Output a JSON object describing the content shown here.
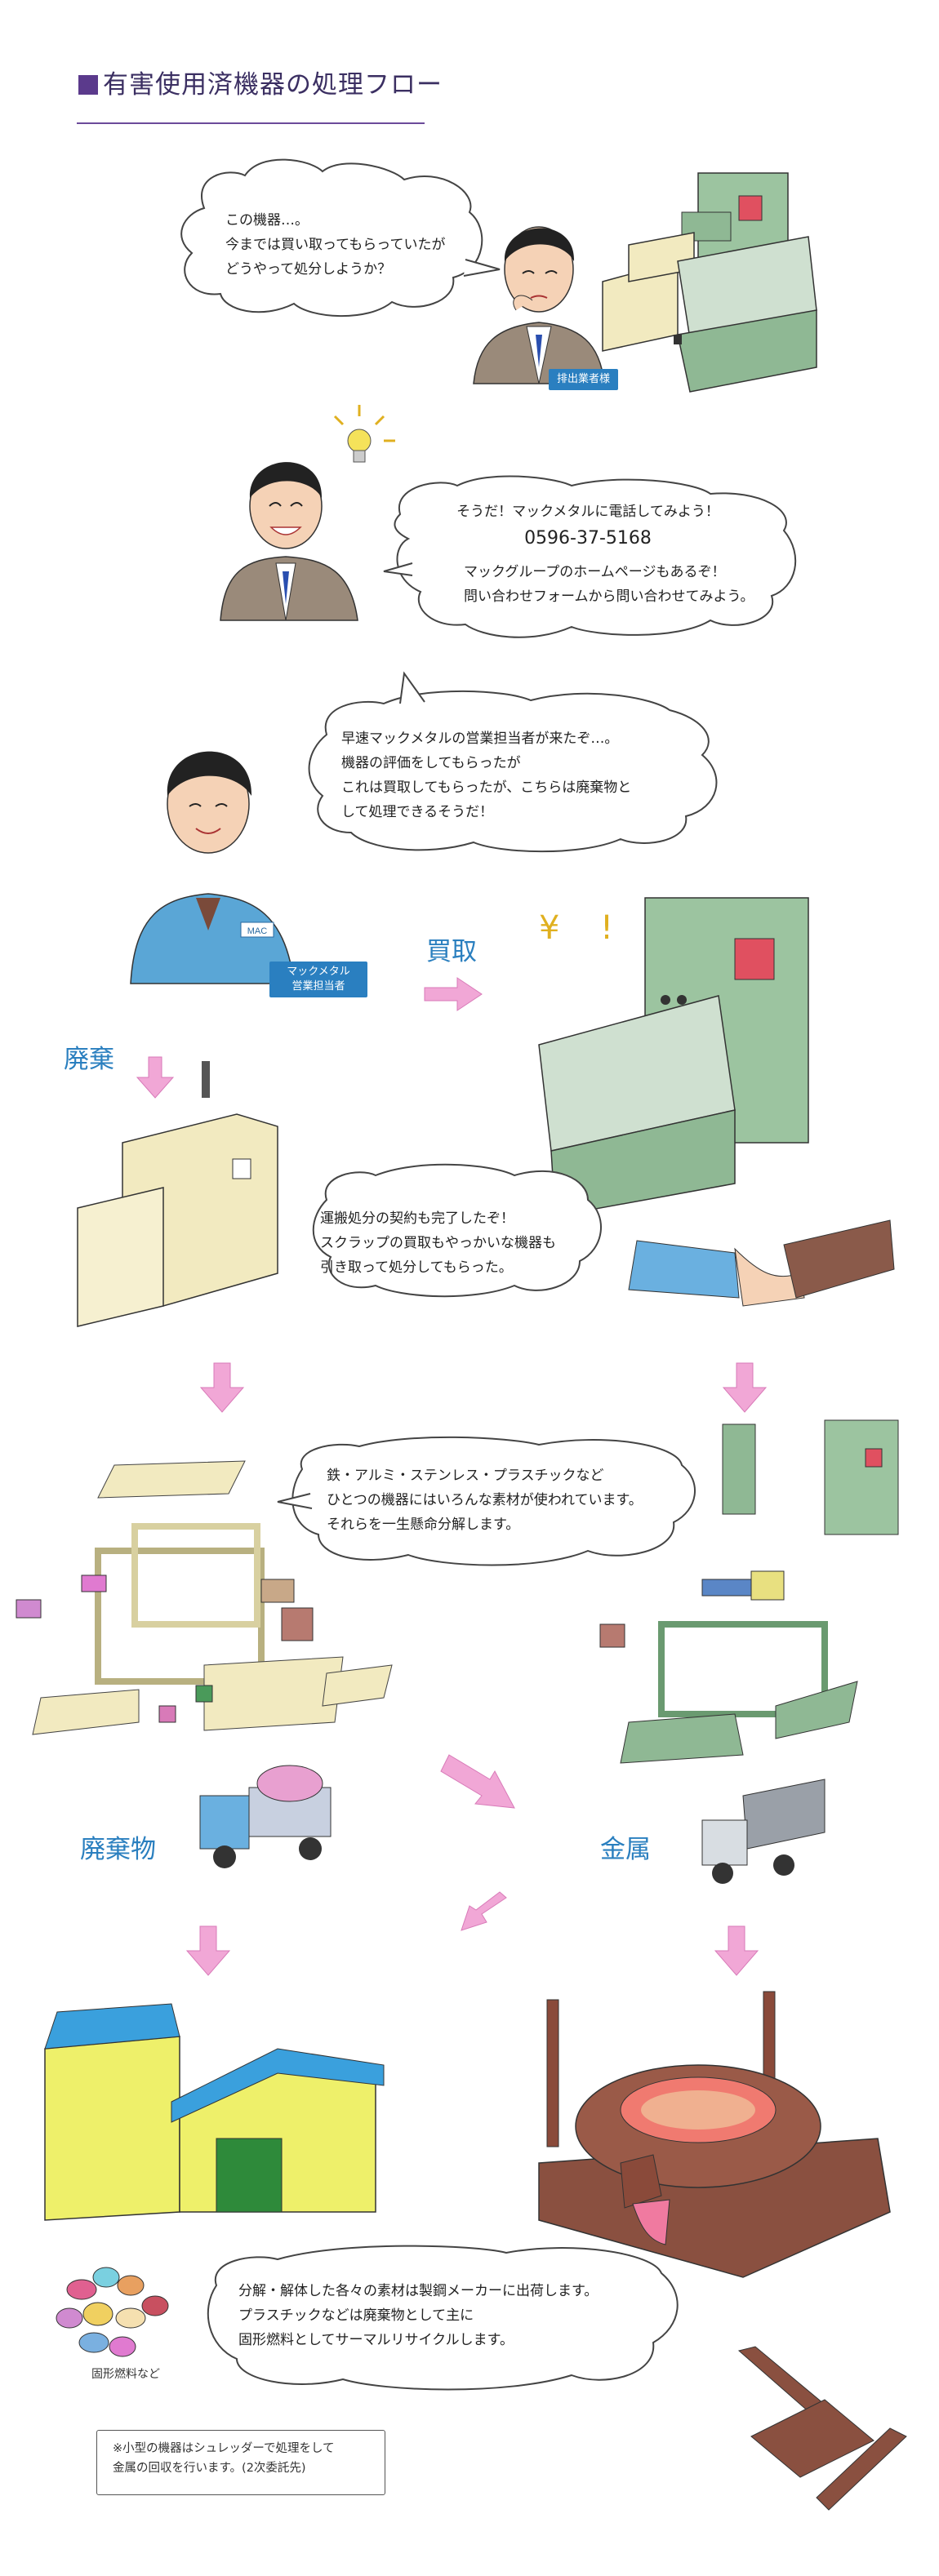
{
  "page": {
    "title": "有害使用済機器の処理フロー"
  },
  "bubbles": {
    "b1": "この機器…。\n今までは買い取ってもらっていたが\nどうやって処分しようか？",
    "b2_line1": "そうだ！マックメタルに電話してみよう！",
    "b2_phone": "0596-37-5168",
    "b2_line3": "マックグループのホームページもあるぞ！\n問い合わせフォームから問い合わせてみよう。",
    "b3": "早速マックメタルの営業担当者が来たぞ…。\n機器の評価をしてもらったが\nこれは買取してもらったが、こちらは廃棄物と\nして処理できるそうだ！",
    "b4": "運搬処分の契約も完了したぞ！\nスクラップの買取もやっかいな機器も\n引き取って処分してもらった。",
    "b5": "鉄・アルミ・ステンレス・プラスチックなど\nひとつの機器にはいろんな素材が使われています。\nそれらを一生懸命分解します。",
    "b6": "分解・解体した各々の素材は製鋼メーカーに出荷します。\nプラスチックなどは廃棄物として主に\n固形燃料としてサーマルリサイクルします。"
  },
  "badges": {
    "customer": "排出業者様",
    "staff_line1": "マックメタル",
    "staff_line2": "営業担当者"
  },
  "labels": {
    "kaitori": "買取",
    "haiki": "廃棄",
    "haikibutsu": "廃棄物",
    "kinzoku": "金属",
    "fuel": "固形燃料など"
  },
  "staff_uniform": {
    "logo": "MAC"
  },
  "note": "※小型の機器はシュレッダーで処理をして\n金属の回収を行います。(2次委託先)",
  "colors": {
    "accent_purple": "#5b3a8c",
    "label_blue": "#2a7fbf",
    "arrow_pink": "#f1a7d6",
    "machine_green": "#8fb894",
    "machine_cream": "#f2eac0",
    "furnace_brown": "#8a4a3a",
    "building_yellow": "#eef06a",
    "roof_blue": "#3aa0dd"
  }
}
